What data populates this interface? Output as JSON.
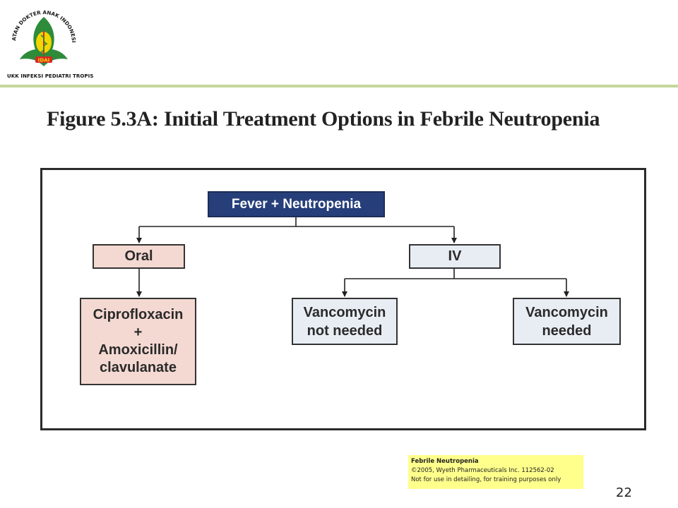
{
  "header": {
    "logo": {
      "arc_text": "IKATAN DOKTER ANAK INDONESIA",
      "badge_text": "IDAI",
      "colors": {
        "green": "#2e8b3a",
        "yellow": "#f2d600",
        "red": "#d62828"
      }
    },
    "org_name": "UKK INFEKSI PEDIATRI TROPIS"
  },
  "figure": {
    "title": "Figure 5.3A:  Initial Treatment Options in Febrile Neutropenia",
    "nodes": {
      "root": "Fever + Neutropenia",
      "oral": "Oral",
      "iv": "IV",
      "cipro": "Ciprofloxacin\n+\nAmoxicillin/\nclavulanate",
      "vanco_not_needed": "Vancomycin\nnot needed",
      "vanco_needed": "Vancomycin\nneeded"
    },
    "edges": [
      [
        "root",
        "oral"
      ],
      [
        "root",
        "iv"
      ],
      [
        "oral",
        "cipro"
      ],
      [
        "iv",
        "vanco_not_needed"
      ],
      [
        "iv",
        "vanco_needed"
      ]
    ],
    "colors": {
      "root_fill": "#263f7a",
      "oral_fill": "#f4d9d2",
      "iv_fill": "#e8edf4"
    }
  },
  "footnote": {
    "title": "Febrile Neutropenia",
    "line1": "©2005, Wyeth Pharmaceuticals Inc. 112562-02",
    "line2": "Not for use in detailing, for training purposes only"
  },
  "page_number": "22"
}
